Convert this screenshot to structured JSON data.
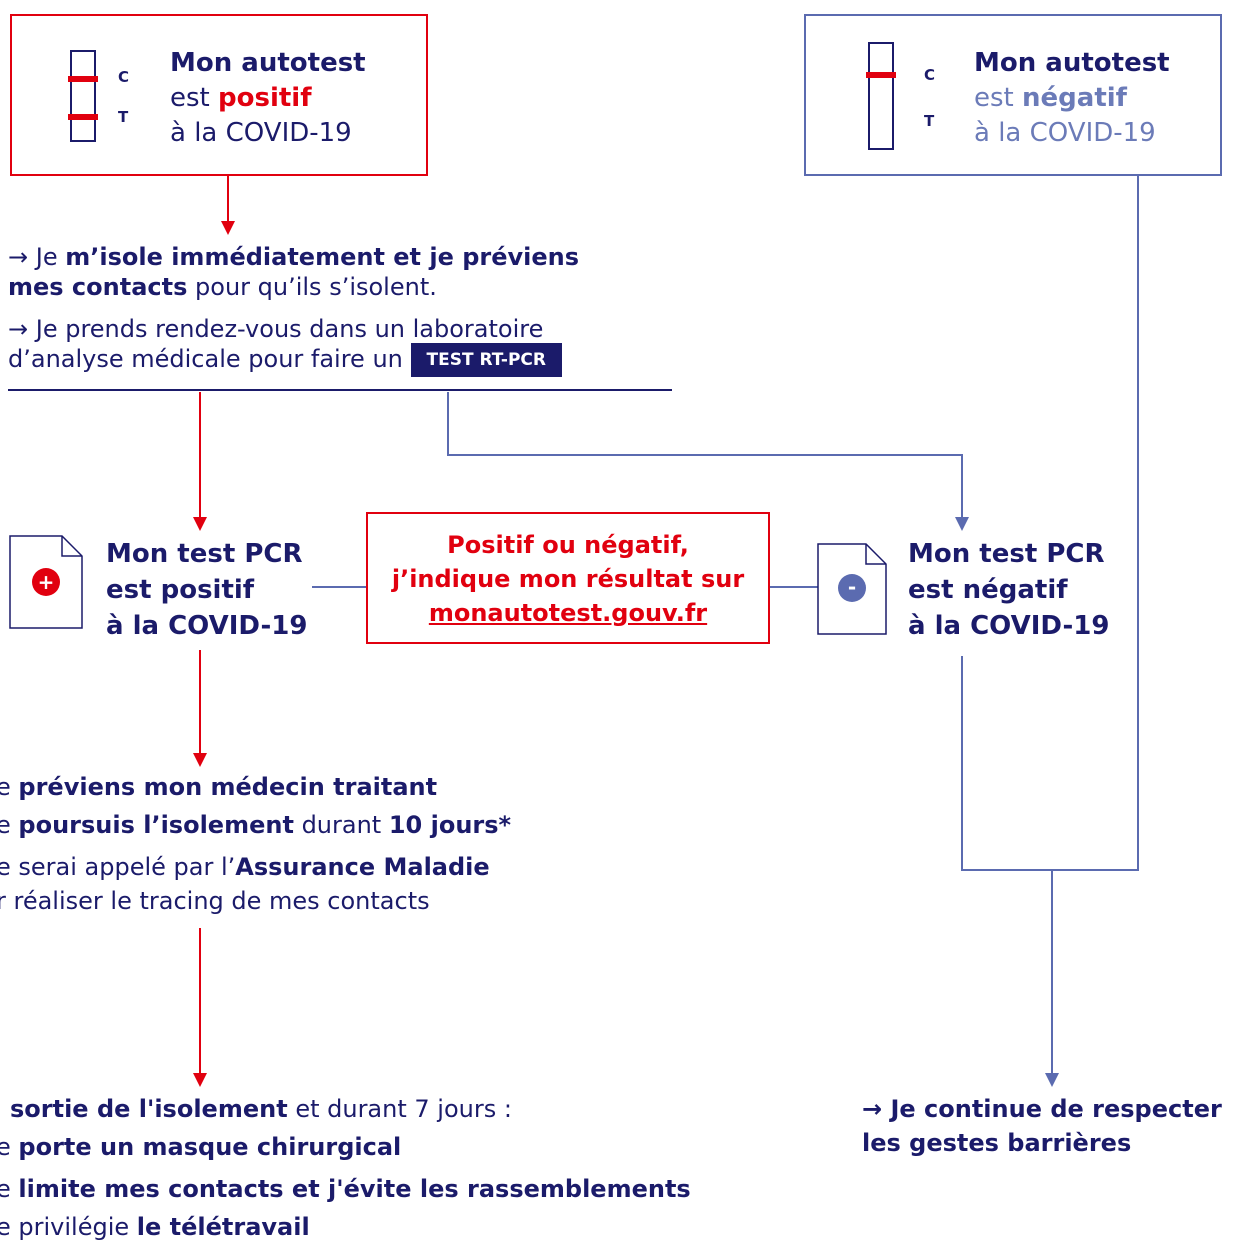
{
  "positive_card": {
    "c_label": "C",
    "t_label": "T",
    "line1": "Mon autotest",
    "line2_prefix": "est ",
    "line2_emph": "positif",
    "line3": "à la COVID-19"
  },
  "negative_card": {
    "c_label": "C",
    "t_label": "T",
    "line1": "Mon autotest",
    "line2_prefix": "est ",
    "line2_emph": "négatif",
    "line3": "à la COVID-19"
  },
  "isolate_block": {
    "l1_arrow": "→ Je ",
    "l1_bold": "m’isole immédiatement et je préviens",
    "l2_bold": "mes contacts",
    "l2_rest": " pour qu’ils s’isolent.",
    "l3": "→ Je prends rendez-vous dans un laboratoire",
    "l4": "d’analyse médicale pour faire un ",
    "badge": "TEST RT-PCR"
  },
  "pcr_positive": {
    "line1": "Mon test PCR",
    "line2": "est positif",
    "line3": "à la COVID-19",
    "doc_symbol": "+"
  },
  "pcr_negative": {
    "line1": "Mon test PCR",
    "line2": "est négatif",
    "line3": "à la COVID-19",
    "doc_symbol": "-"
  },
  "report_box": {
    "line1": "Positif ou négatif,",
    "line2": "j’indique mon résultat sur",
    "link": "monautotest.gouv.fr"
  },
  "positive_steps": {
    "s1_pre": "e ",
    "s1_bold": "préviens mon médecin traitant",
    "s2_pre": "e ",
    "s2_bold": "poursuis l’isolement",
    "s2_mid": " durant ",
    "s2_bold2": "10 jours*",
    "s3_pre": "e serai appelé par l’",
    "s3_bold": "Assurance Maladie",
    "s4": "r réaliser le tracing de mes contacts"
  },
  "after_isolation": {
    "l1_bold": "sortie de l'isolement",
    "l1_rest": " et durant 7 jours :",
    "l2_pre": "e ",
    "l2_bold": "porte un masque chirurgical",
    "l3_pre": "e ",
    "l3_bold": "limite mes contacts et j'évite les rassemblements",
    "l4_pre": "e privilégie ",
    "l4_bold": "le télétravail"
  },
  "barrier": {
    "l1": "→ Je continue de respecter",
    "l2": "les gestes barrières"
  },
  "colors": {
    "red": "#e1000f",
    "navy": "#1b1b6a",
    "blue": "#5b6bb0"
  }
}
